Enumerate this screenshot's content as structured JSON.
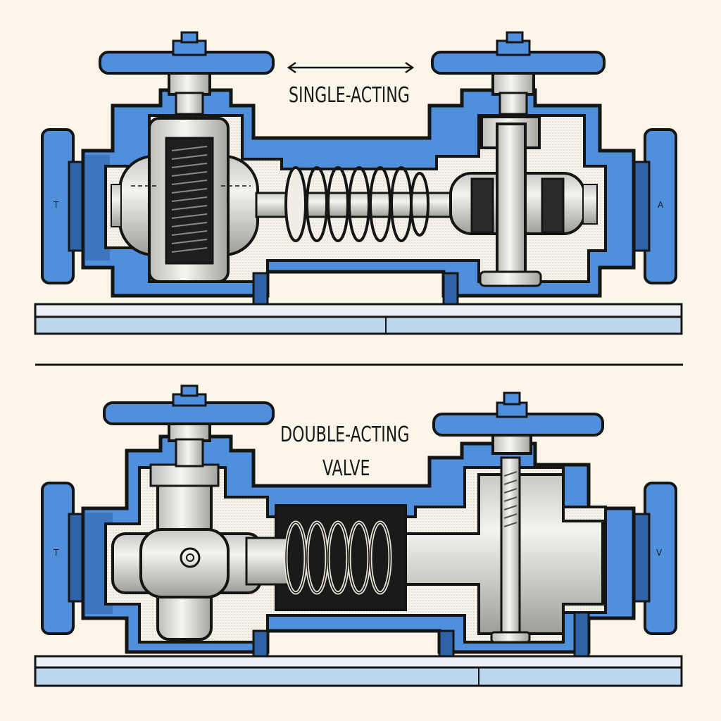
{
  "labels": {
    "single_acting": "SINGLE-ACTING",
    "double_acting_line1": "DOUBLE-ACTING",
    "double_acting_line2": "VALVE"
  },
  "port_labels": {
    "top_left": "T",
    "top_right": "A",
    "bottom_left": "T",
    "bottom_right": "V"
  },
  "colors": {
    "background": "#fbf6e9",
    "body_blue": "#4f8fdc",
    "body_blue_dark": "#2f63a8",
    "steel": "#e7e7e2",
    "outline": "#151515",
    "base_plate": "#bcd6ee"
  },
  "icons": {
    "direction_arrow": "double-headed-arrow-icon"
  }
}
